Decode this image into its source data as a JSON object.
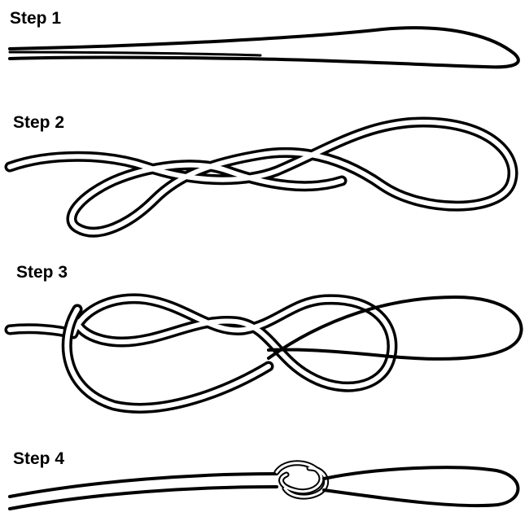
{
  "steps": [
    {
      "label": "Step 1"
    },
    {
      "label": "Step 2"
    },
    {
      "label": "Step 3"
    },
    {
      "label": "Step 4"
    }
  ],
  "colors": {
    "line": "#000000",
    "background": "#ffffff"
  }
}
